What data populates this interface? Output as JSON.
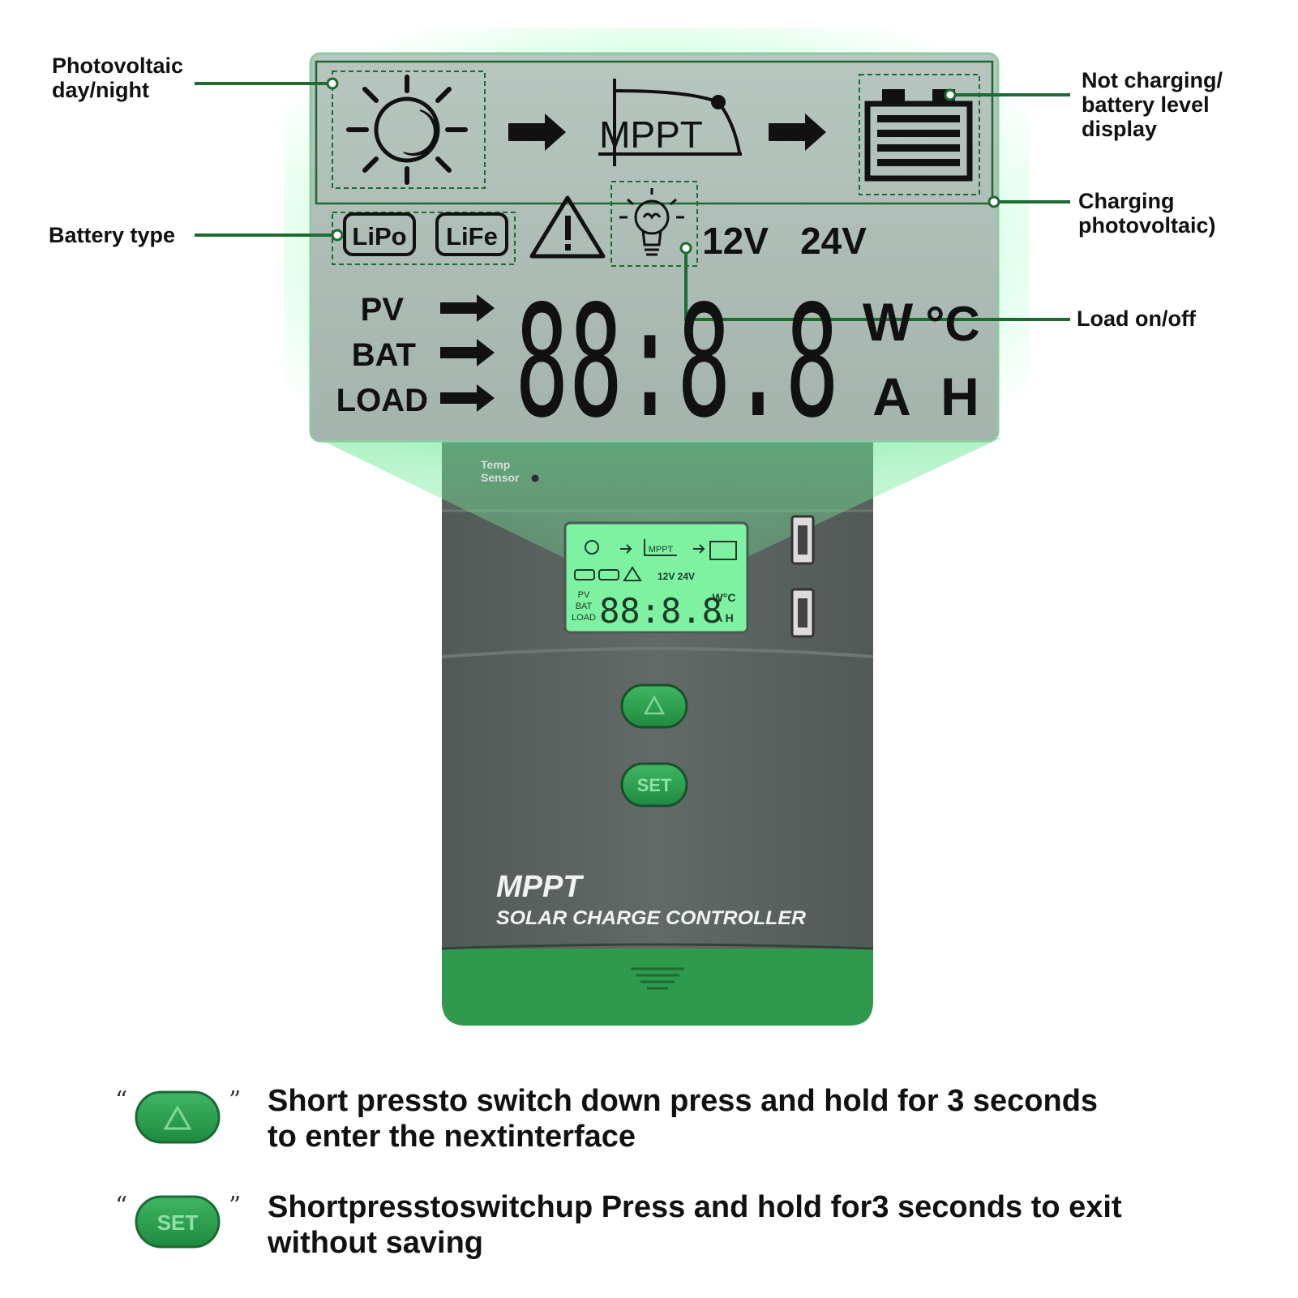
{
  "callouts": {
    "pv_day_night": [
      "Photovoltaic",
      "day/night"
    ],
    "not_charging": [
      "Not charging/",
      "battery level",
      "display"
    ],
    "charging": [
      "Charging",
      "photovoltaic)"
    ],
    "battery_type": "Battery type",
    "load": "Load on/off"
  },
  "lcd": {
    "mppt": "MPPT",
    "lipo": "LiPo",
    "life": "LiFe",
    "v12": "12V",
    "v24": "24V",
    "pv": "PV",
    "bat": "BAT",
    "load": "LOAD",
    "digits": "88:8.8",
    "unit_w": "W",
    "unit_c": "°C",
    "unit_a": "A",
    "unit_h": "H"
  },
  "device": {
    "temp_sensor": [
      "Temp",
      "Sensor"
    ],
    "set_label": "SET",
    "brand": "MPPT",
    "subtitle": "SOLAR CHARGE CONTROLLER"
  },
  "instructions": [
    {
      "button": "up",
      "text": [
        "Short pressto switch down press and hold for 3 seconds",
        "to enter the nextinterface"
      ]
    },
    {
      "button": "set",
      "label": "SET",
      "text": [
        "Shortpresstoswitchup Press and hold for3 seconds to exit",
        "without saving"
      ]
    }
  ],
  "colors": {
    "accent": "#1a8a3c",
    "device_body": "#5b6360",
    "device_green": "#2f9a4e",
    "lcd_bg": "#a9b8b1",
    "callout_line": "#1d6b32"
  },
  "icons": [
    "sun-moon-icon",
    "arrow-right-icon",
    "mppt-curve-icon",
    "battery-icon",
    "warning-icon",
    "bulb-icon",
    "usb-port-icon",
    "up-triangle-icon"
  ]
}
